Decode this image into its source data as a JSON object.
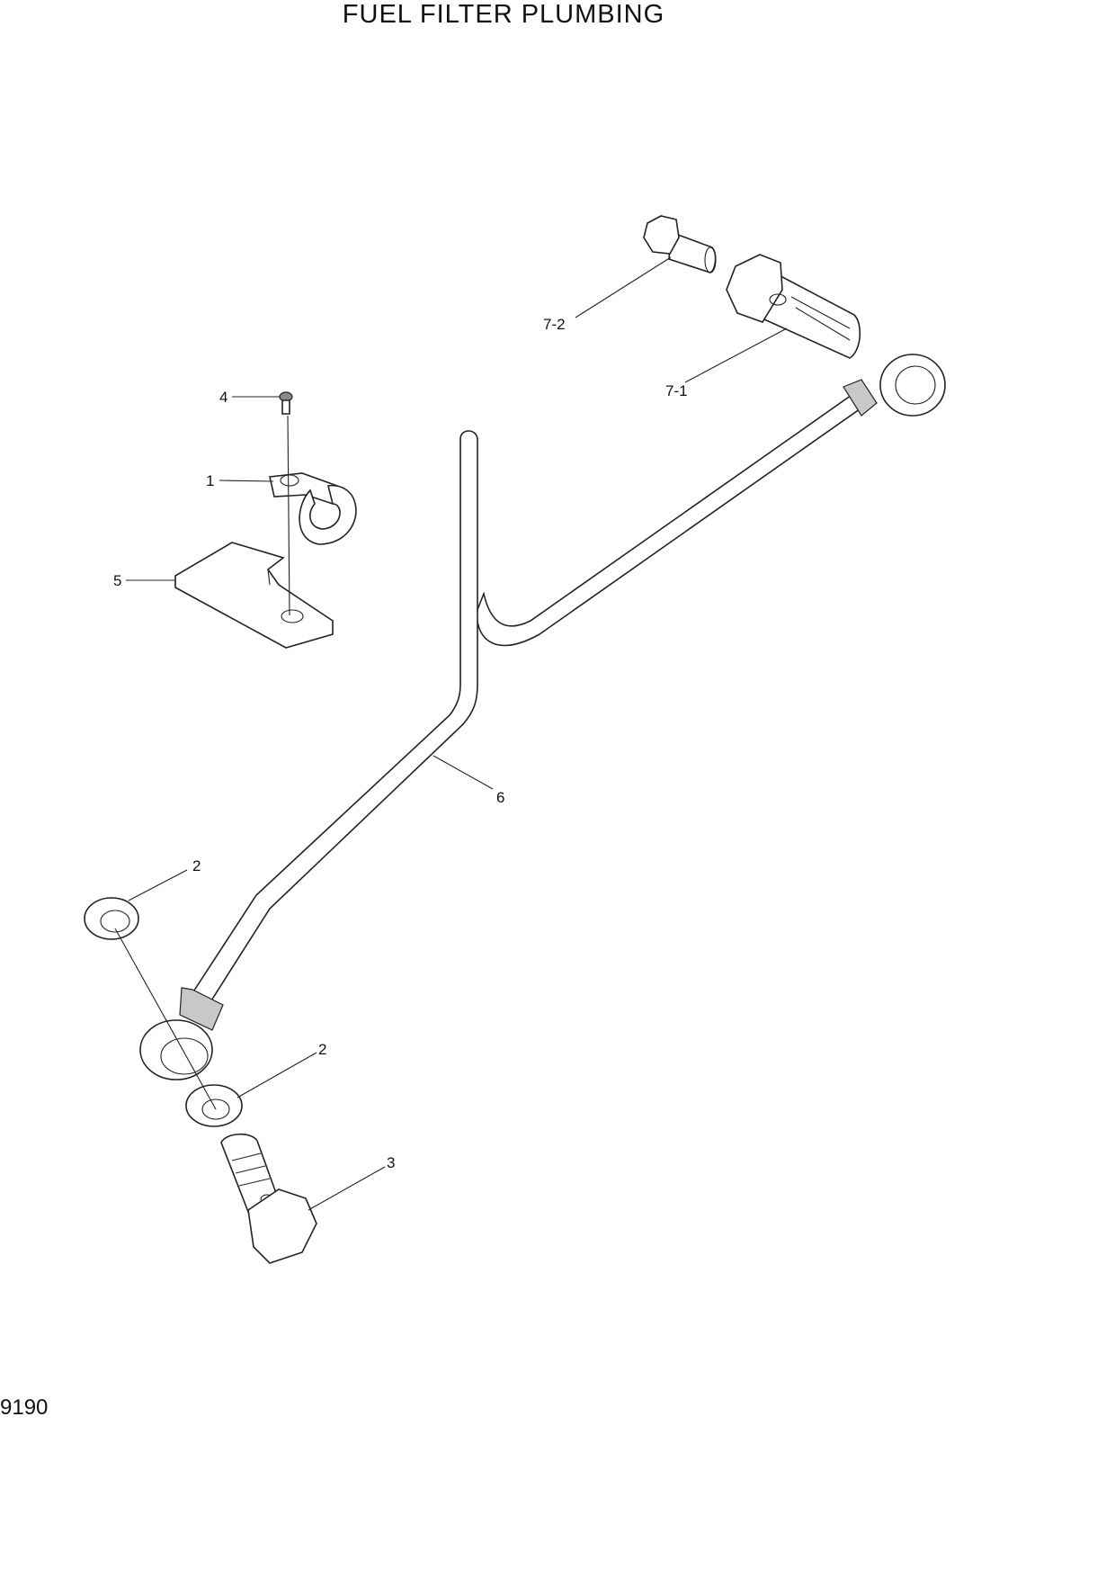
{
  "title": "FUEL FILTER PLUMBING",
  "page_code": "9190",
  "callouts": {
    "c1": "1",
    "c2a": "2",
    "c2b": "2",
    "c3": "3",
    "c4": "4",
    "c5": "5",
    "c6": "6",
    "c7_1": "7-1",
    "c7_2": "7-2"
  }
}
